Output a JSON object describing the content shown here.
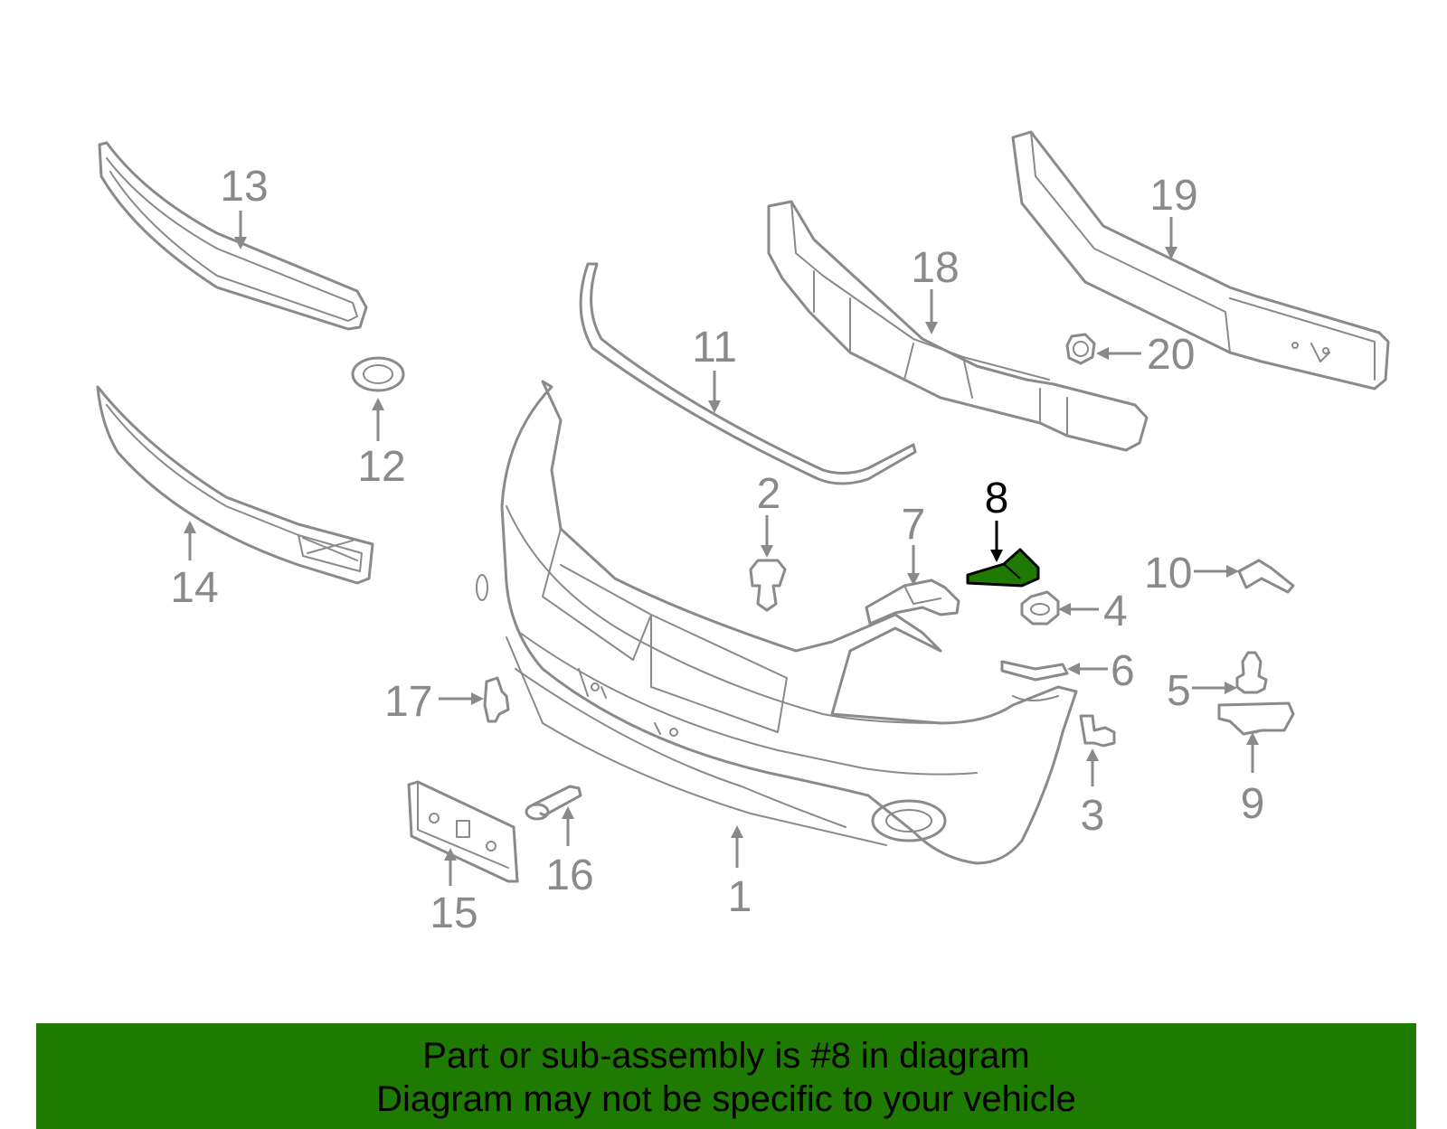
{
  "diagram": {
    "highlight_part": "8",
    "highlight_color": "#1e7a00",
    "callouts": {
      "p1": "1",
      "p2": "2",
      "p3": "3",
      "p4": "4",
      "p5": "5",
      "p6": "6",
      "p7": "7",
      "p8": "8",
      "p9": "9",
      "p10": "10",
      "p11": "11",
      "p12": "12",
      "p13": "13",
      "p14": "14",
      "p15": "15",
      "p16": "16",
      "p17": "17",
      "p18": "18",
      "p19": "19",
      "p20": "20"
    }
  },
  "banner": {
    "line1": "Part or sub-assembly is #8 in diagram",
    "line2": "Diagram may not be specific to your vehicle",
    "background": "#1e7a00"
  }
}
